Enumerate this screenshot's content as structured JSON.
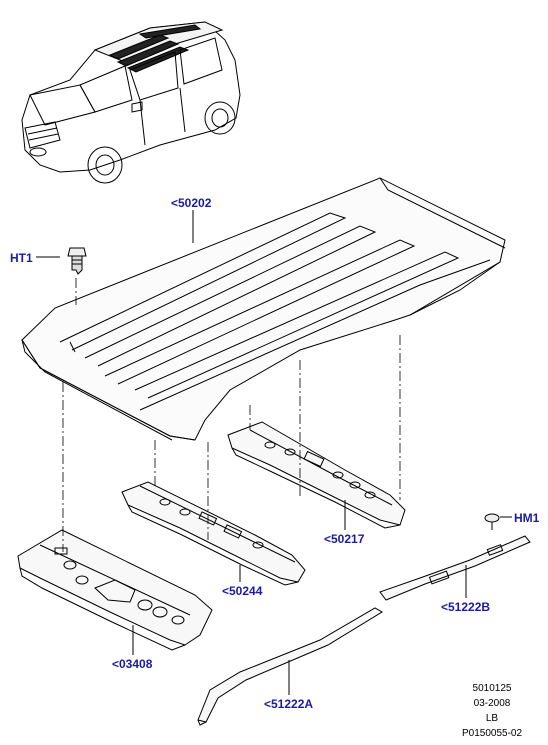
{
  "callouts": {
    "c50202": "<50202",
    "ht1": "HT1",
    "hm1": "HM1",
    "c50217": "<50217",
    "c50244": "<50244",
    "c51222b": "<51222B",
    "c03408": "<03408",
    "c51222a": "<51222A"
  },
  "meta": {
    "code": "5010125",
    "date": "03-2008",
    "lb": "LB",
    "ref": "P0150055-02"
  },
  "colors": {
    "callout": "#1a1aa6",
    "line": "#000000"
  }
}
